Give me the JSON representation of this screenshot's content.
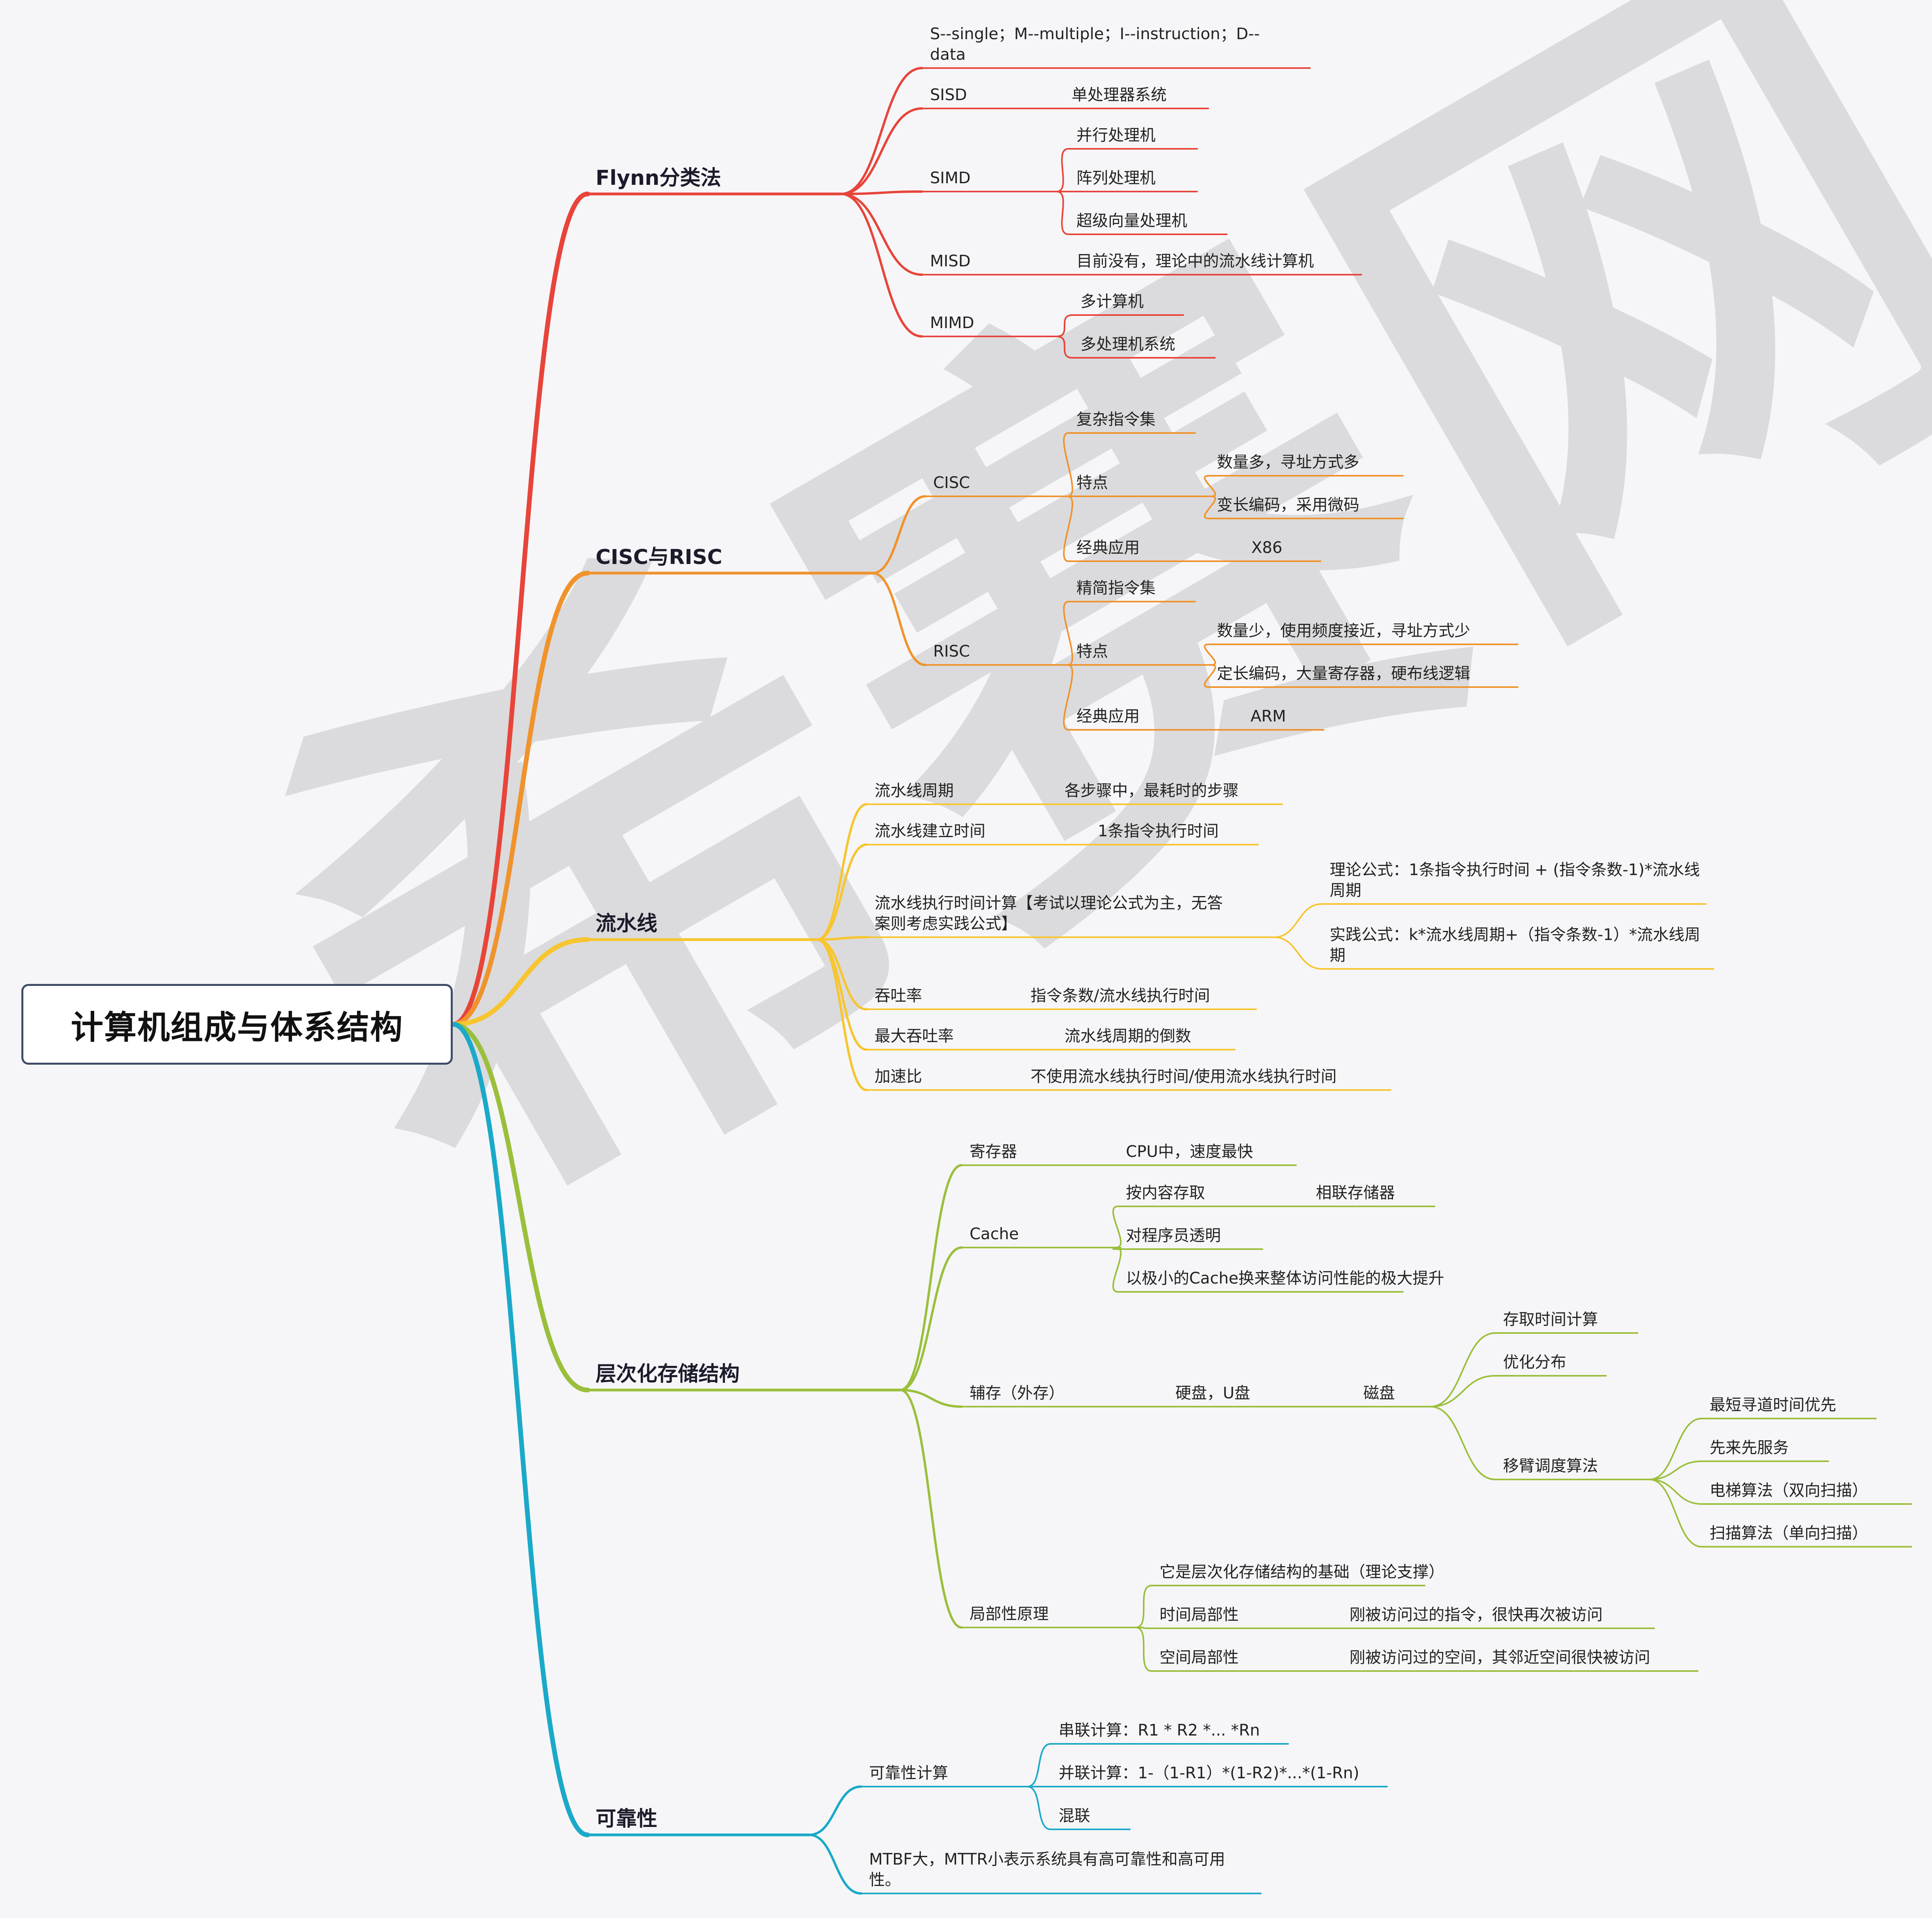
{
  "root": {
    "label": "计算机组成与体系结构"
  },
  "watermark": {
    "text": "希赛网"
  },
  "branches": [
    {
      "label": "Flynn分类法",
      "color": "#e8443a",
      "children": [
        {
          "label": "S--single；M--multiple；I--instruction；D--\ndata"
        },
        {
          "label": "SISD",
          "children": [
            {
              "label": "单处理器系统"
            }
          ]
        },
        {
          "label": "SIMD",
          "children": [
            {
              "label": "并行处理机"
            },
            {
              "label": "阵列处理机"
            },
            {
              "label": "超级向量处理机"
            }
          ]
        },
        {
          "label": "MISD",
          "children": [
            {
              "label": "目前没有，理论中的流水线计算机"
            }
          ]
        },
        {
          "label": "MIMD",
          "children": [
            {
              "label": "多计算机"
            },
            {
              "label": "多处理机系统"
            }
          ]
        }
      ]
    },
    {
      "label": "CISC与RISC",
      "color": "#f0932d",
      "children": [
        {
          "label": "CISC",
          "children": [
            {
              "label": "复杂指令集"
            },
            {
              "label": "特点",
              "children": [
                {
                  "label": "数量多，寻址方式多"
                },
                {
                  "label": "变长编码，采用微码"
                }
              ]
            },
            {
              "label": "经典应用",
              "children": [
                {
                  "label": "X86"
                }
              ]
            }
          ]
        },
        {
          "label": "RISC",
          "children": [
            {
              "label": "精简指令集"
            },
            {
              "label": "特点",
              "children": [
                {
                  "label": "数量少，使用频度接近，寻址方式少"
                },
                {
                  "label": "定长编码，大量寄存器，硬布线逻辑"
                }
              ]
            },
            {
              "label": "经典应用",
              "children": [
                {
                  "label": "ARM"
                }
              ]
            }
          ]
        }
      ]
    },
    {
      "label": "流水线",
      "color": "#f7c52f",
      "children": [
        {
          "label": "流水线周期",
          "children": [
            {
              "label": "各步骤中，最耗时的步骤"
            }
          ]
        },
        {
          "label": "流水线建立时间",
          "children": [
            {
              "label": "1条指令执行时间"
            }
          ]
        },
        {
          "label": "流水线执行时间计算【考试以理论公式为主，无答\n案则考虑实践公式】",
          "children": [
            {
              "label": "理论公式：1条指令执行时间 + (指令条数-1)*流水线\n周期"
            },
            {
              "label": "实践公式：k*流水线周期+（指令条数-1）*流水线周\n期"
            }
          ]
        },
        {
          "label": "吞吐率",
          "children": [
            {
              "label": "指令条数/流水线执行时间"
            }
          ]
        },
        {
          "label": "最大吞吐率",
          "children": [
            {
              "label": "流水线周期的倒数"
            }
          ]
        },
        {
          "label": "加速比",
          "children": [
            {
              "label": "不使用流水线执行时间/使用流水线执行时间"
            }
          ]
        }
      ]
    },
    {
      "label": "层次化存储结构",
      "color": "#9bbf3b",
      "children": [
        {
          "label": "寄存器",
          "children": [
            {
              "label": "CPU中，速度最快"
            }
          ]
        },
        {
          "label": "Cache",
          "children": [
            {
              "label": "按内容存取",
              "children": [
                {
                  "label": "相联存储器"
                }
              ]
            },
            {
              "label": "对程序员透明"
            },
            {
              "label": "以极小的Cache换来整体访问性能的极大提升"
            }
          ]
        },
        {
          "label": "辅存（外存）",
          "children": [
            {
              "label": "硬盘，U盘",
              "children": [
                {
                  "label": "磁盘",
                  "children": [
                    {
                      "label": "存取时间计算"
                    },
                    {
                      "label": "优化分布"
                    },
                    {
                      "label": "移臂调度算法",
                      "children": [
                        {
                          "label": "最短寻道时间优先"
                        },
                        {
                          "label": "先来先服务"
                        },
                        {
                          "label": "电梯算法（双向扫描）"
                        },
                        {
                          "label": "扫描算法（单向扫描）"
                        }
                      ]
                    }
                  ]
                }
              ]
            }
          ]
        },
        {
          "label": "局部性原理",
          "children": [
            {
              "label": "它是层次化存储结构的基础（理论支撑）"
            },
            {
              "label": "时间局部性",
              "children": [
                {
                  "label": "刚被访问过的指令，很快再次被访问"
                }
              ]
            },
            {
              "label": "空间局部性",
              "children": [
                {
                  "label": "刚被访问过的空间，其邻近空间很快被访问"
                }
              ]
            }
          ]
        }
      ]
    },
    {
      "label": "可靠性",
      "color": "#1ba9c9",
      "children": [
        {
          "label": "可靠性计算",
          "children": [
            {
              "label": "串联计算：R1 * R2 *... *Rn"
            },
            {
              "label": "并联计算：1-（1-R1）*(1-R2)*...*(1-Rn)"
            },
            {
              "label": "混联"
            }
          ]
        },
        {
          "label": "MTBF大，MTTR小表示系统具有高可靠性和高可用\n性。"
        }
      ]
    }
  ]
}
